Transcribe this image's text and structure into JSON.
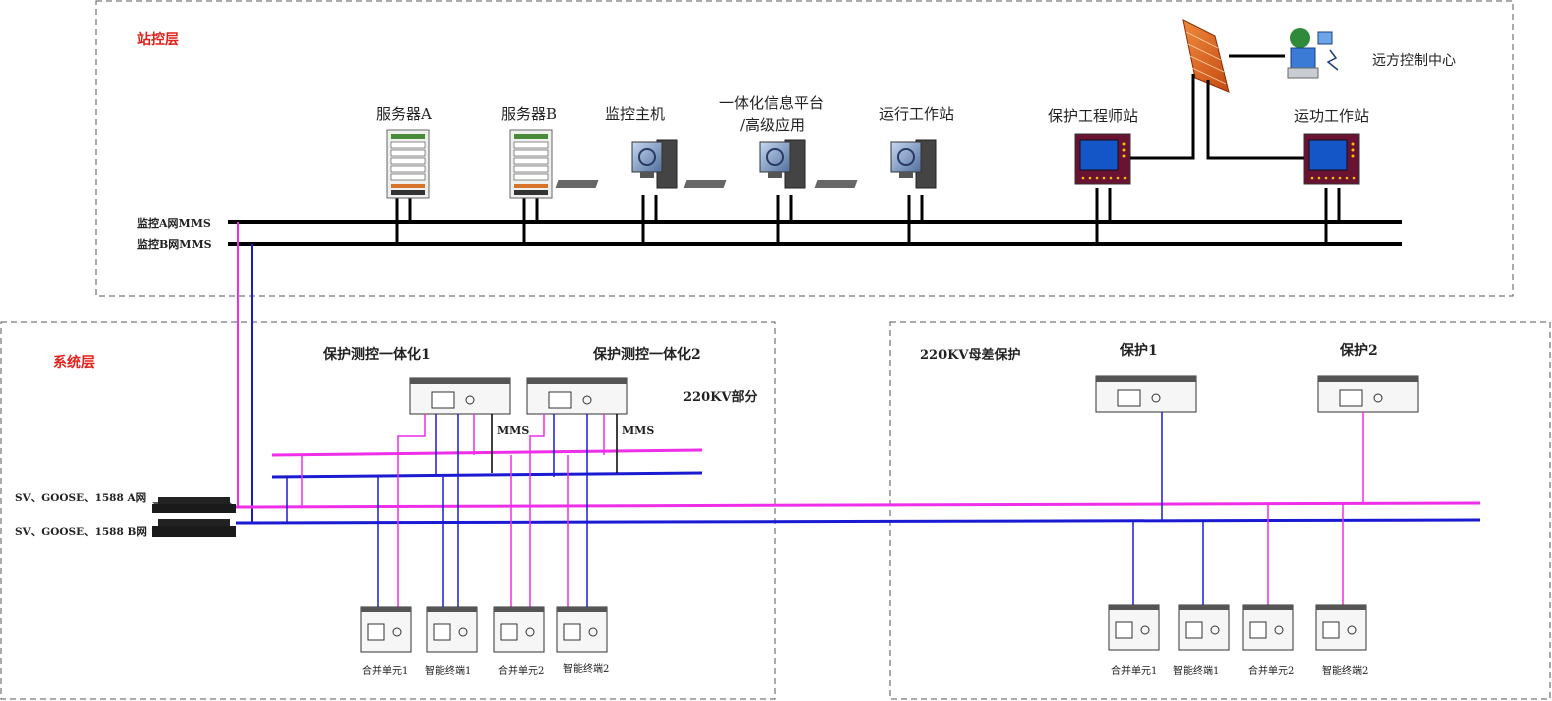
{
  "colors": {
    "pink": "#ee2ee8",
    "blue": "#1a1ad2",
    "bus": "#000000",
    "section_label": "#e2211c"
  },
  "station_layer": {
    "title": "站控层",
    "bus_a_label": "监控A网MMS",
    "bus_b_label": "监控B网MMS",
    "devices": {
      "server_a": "服务器A",
      "server_b": "服务器B",
      "monitor_host": "监控主机",
      "platform_line1": "一体化信息平台",
      "platform_line2": "/高级应用",
      "operation_station": "运行工作站",
      "protection_engineer": "保护工程师站",
      "telecontrol_station": "运功工作站",
      "remote_center": "远方控制中心"
    },
    "icons": {
      "firewall": "firewall-icon",
      "remote": "remote-computer-icon"
    }
  },
  "system_layer": {
    "title": "系统层",
    "switch_a_label": "SV、GOOSE、1588 A网",
    "switch_b_label": "SV、GOOSE、1588 B网",
    "left_section": {
      "device1": "保护测控一体化1",
      "device2": "保护测控一体化2",
      "section_name": "220KV部分",
      "mms1": "MMS",
      "mms2": "MMS",
      "units": [
        "合并单元1",
        "智能终端1",
        "合并单元2",
        "智能终端2"
      ]
    },
    "right_section": {
      "section_name": "220KV母差保护",
      "protection1": "保护1",
      "protection2": "保护2",
      "units": [
        "合并单元1",
        "智能终端1",
        "合并单元2",
        "智能终端2"
      ]
    }
  }
}
